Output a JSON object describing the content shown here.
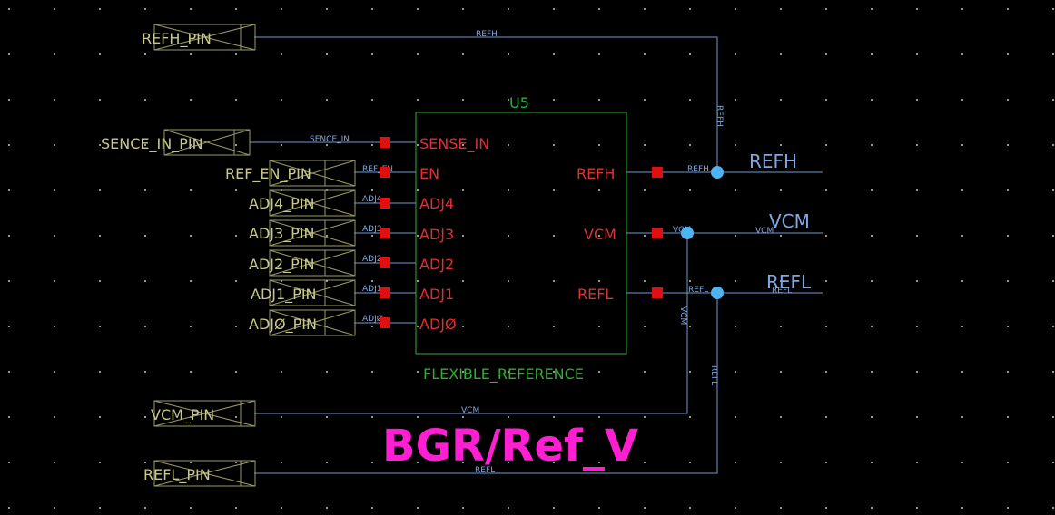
{
  "block": {
    "refdes": "U5",
    "name": "FLEXIBLE_REFERENCE",
    "left_ports": [
      "SENSE_IN",
      "EN",
      "ADJ4",
      "ADJ3",
      "ADJ2",
      "ADJ1",
      "ADJØ"
    ],
    "right_ports": [
      "REFH",
      "VCM",
      "REFL"
    ]
  },
  "pins": {
    "refh": "REFH_PIN",
    "sence_in": "SENCE_IN_PIN",
    "ref_en": "REF_EN_PIN",
    "adj4": "ADJ4_PIN",
    "adj3": "ADJ3_PIN",
    "adj2": "ADJ2_PIN",
    "adj1": "ADJ1_PIN",
    "adj0": "ADJØ_PIN",
    "vcm": "VCM_PIN",
    "refl": "REFL_PIN"
  },
  "nets": {
    "refh": "REFH",
    "sence_in": "SENCE_IN",
    "ref_en": "REF_EN",
    "adj4": "ADJ4",
    "adj3": "ADJ3",
    "adj2": "ADJ2",
    "adj1": "ADJ1",
    "adj0": "ADJØ",
    "vcm": "VCM",
    "refl": "REFL"
  },
  "outputs": {
    "refh": "REFH",
    "vcm": "VCM",
    "refl": "REFL"
  },
  "title": "BGR/Ref_V",
  "colors": {
    "background": "#000000",
    "wire": "#6f9bd1",
    "block": "#2fae2f",
    "port": "#e01010",
    "pin": "#c9c98f",
    "title": "#ff1fd2"
  }
}
